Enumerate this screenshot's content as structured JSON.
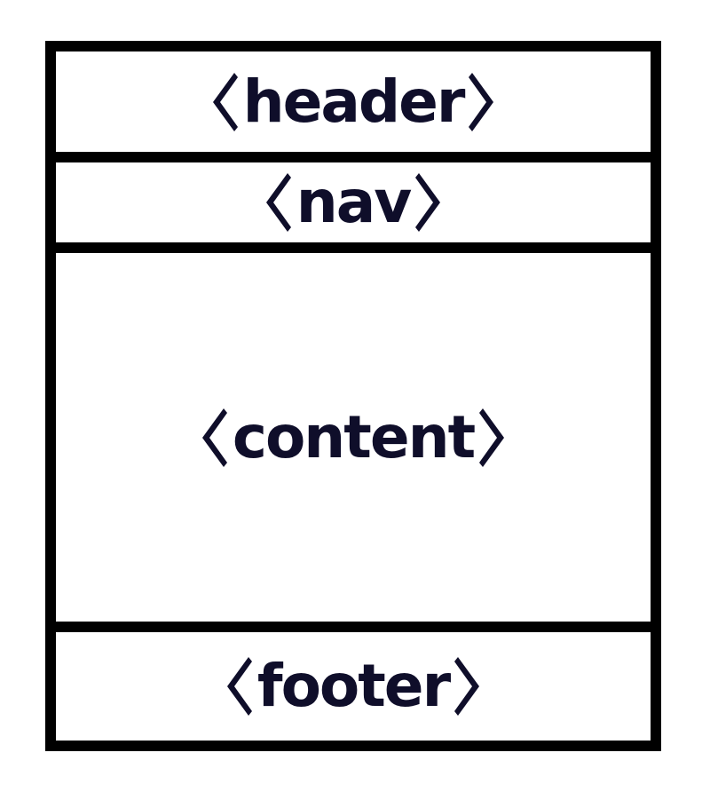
{
  "diagram": {
    "sections": [
      {
        "id": "header",
        "label": "header"
      },
      {
        "id": "nav",
        "label": "nav"
      },
      {
        "id": "content",
        "label": "content"
      },
      {
        "id": "footer",
        "label": "footer"
      }
    ],
    "colors": {
      "border": "#000000",
      "text": "#0f0e2a",
      "background": "#ffffff"
    },
    "icons": {
      "open": "angle-bracket-left-icon",
      "close": "angle-bracket-right-icon"
    }
  }
}
